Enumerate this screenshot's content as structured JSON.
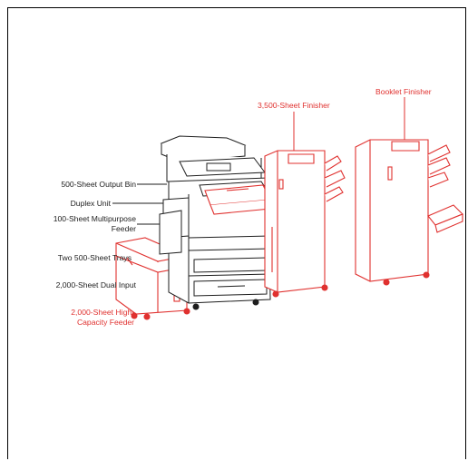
{
  "labels": {
    "output_bin": "500-Sheet Output Bin",
    "duplex": "Duplex Unit",
    "mpf_line1": "100-Sheet Multipurpose",
    "mpf_line2": "Feeder",
    "two_trays": "Two 500-Sheet Trays",
    "dual_input": "2,000-Sheet Dual Input",
    "hcf_line1": "2,000-Sheet High-",
    "hcf_line2": "Capacity Feeder",
    "finisher_3500": "3,500-Sheet Finisher",
    "booklet_finisher": "Booklet Finisher"
  },
  "colors": {
    "accent": "#e0312f",
    "line": "#1e1e1e"
  }
}
